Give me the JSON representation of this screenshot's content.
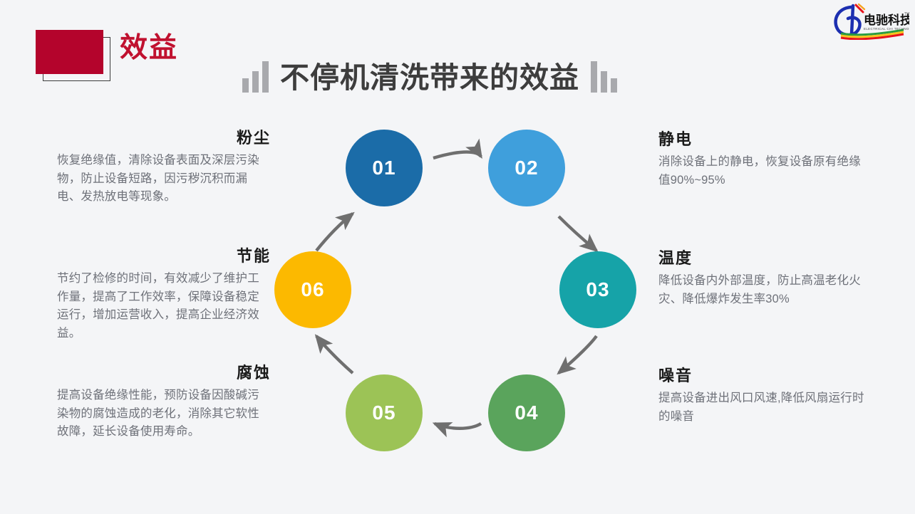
{
  "header": {
    "badge_label": "效益",
    "badge_color": "#b4042c",
    "badge_text_color": "#c0112f",
    "title": "不停机清洗带来的效益",
    "left_bars_icon": "bar-chart-ascending-icon",
    "right_bars_icon": "bar-chart-descending-icon"
  },
  "logo": {
    "name": "dianchi-technology-logo",
    "cn_text": "电驰科技",
    "en_text": "ELECTRICAL CHI TECHNOLOGY",
    "trademark": "TM"
  },
  "diagram": {
    "type": "cycle",
    "arrow_color": "#6f6f6f",
    "nodes": [
      {
        "number": "01",
        "color": "#1b6ca8",
        "topic": "粉尘"
      },
      {
        "number": "02",
        "color": "#3f9fdc",
        "topic": "静电"
      },
      {
        "number": "03",
        "color": "#16a3a8",
        "topic": "温度"
      },
      {
        "number": "04",
        "color": "#5aa45c",
        "topic": "噪音"
      },
      {
        "number": "05",
        "color": "#9cc356",
        "topic": "腐蚀"
      },
      {
        "number": "06",
        "color": "#fcb900",
        "topic": "节能"
      }
    ]
  },
  "blocks": {
    "dust": {
      "title": "粉尘",
      "body": "恢复绝缘值，清除设备表面及深层污染物，防止设备短路，因污秽沉积而漏电、发热放电等现象。"
    },
    "energy": {
      "title": "节能",
      "body": "节约了检修的时间，有效减少了维护工作量，提高了工作效率，保障设备稳定运行，增加运营收入，提高企业经济效益。"
    },
    "corrosion": {
      "title": "腐蚀",
      "body": "提高设备绝缘性能，预防设备因酸碱污染物的腐蚀造成的老化，消除其它软性故障，延长设备使用寿命。"
    },
    "static": {
      "title": "静电",
      "body": "消除设备上的静电，恢复设备原有绝缘值90%~95%"
    },
    "temperature": {
      "title": "温度",
      "body": "降低设备内外部温度，防止高温老化火灾、降低爆炸发生率30%"
    },
    "noise": {
      "title": "噪音",
      "body": "提高设备进出风口风速,降低风扇运行时的噪音"
    }
  }
}
